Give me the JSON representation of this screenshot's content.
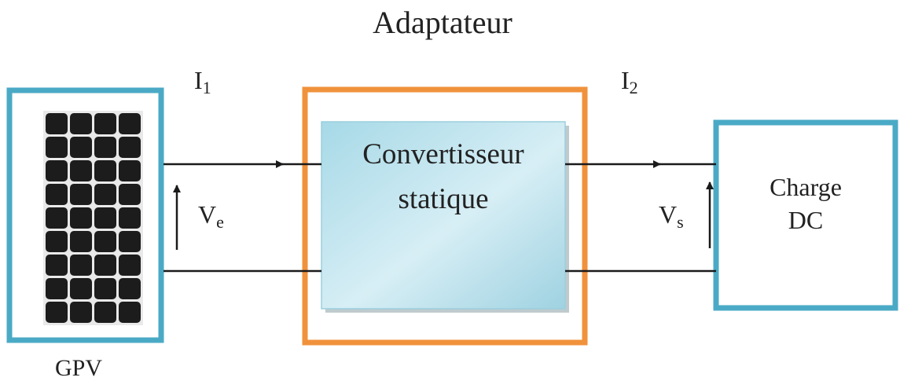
{
  "diagram": {
    "title": "Adaptateur",
    "source": {
      "label": "GPV"
    },
    "converter": {
      "line1": "Convertisseur",
      "line2": "statique"
    },
    "load": {
      "line1": "Charge",
      "line2": "DC"
    },
    "currents": {
      "input": {
        "main": "I",
        "sub": "1"
      },
      "output": {
        "main": "I",
        "sub": "2"
      }
    },
    "voltages": {
      "input": {
        "main": "V",
        "sub": "e"
      },
      "output": {
        "main": "V",
        "sub": "s"
      }
    },
    "colors": {
      "adapter_frame": "#f0923c",
      "source_frame": "#4aaac6",
      "load_frame": "#4aaac6",
      "converter_fill_light": "#dcf0f6",
      "converter_fill_dark": "#8ccadb",
      "panel_cell": "#1c1c1c",
      "wire": "#1a1a1a"
    },
    "icons": {
      "source": "solar-panel-icon"
    }
  }
}
